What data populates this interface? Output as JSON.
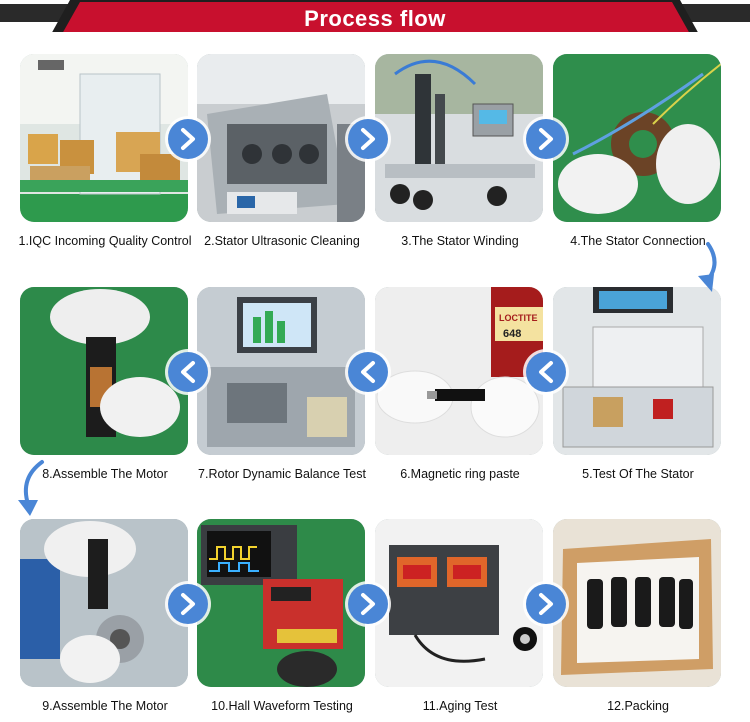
{
  "header": {
    "title": "Process flow"
  },
  "colors": {
    "banner_red": "#c8102e",
    "banner_dark": "#2a2a2a",
    "arrow_blue": "#4a86d6"
  },
  "steps": [
    {
      "label": "1.IQC Incoming Quality Control"
    },
    {
      "label": "2.Stator Ultrasonic Cleaning"
    },
    {
      "label": "3.The Stator Winding"
    },
    {
      "label": "4.The Stator Connection"
    },
    {
      "label": "5.Test Of The Stator"
    },
    {
      "label": "6.Magnetic ring paste"
    },
    {
      "label": "7.Rotor Dynamic Balance Test"
    },
    {
      "label": "8.Assemble The Motor"
    },
    {
      "label": "9.Assemble The Motor"
    },
    {
      "label": "10.Hall Waveform Testing"
    },
    {
      "label": "11.Aging Test"
    },
    {
      "label": "12.Packing"
    }
  ],
  "photo_text": {
    "loctite": "LOCTITE",
    "loctite_num": "648"
  }
}
